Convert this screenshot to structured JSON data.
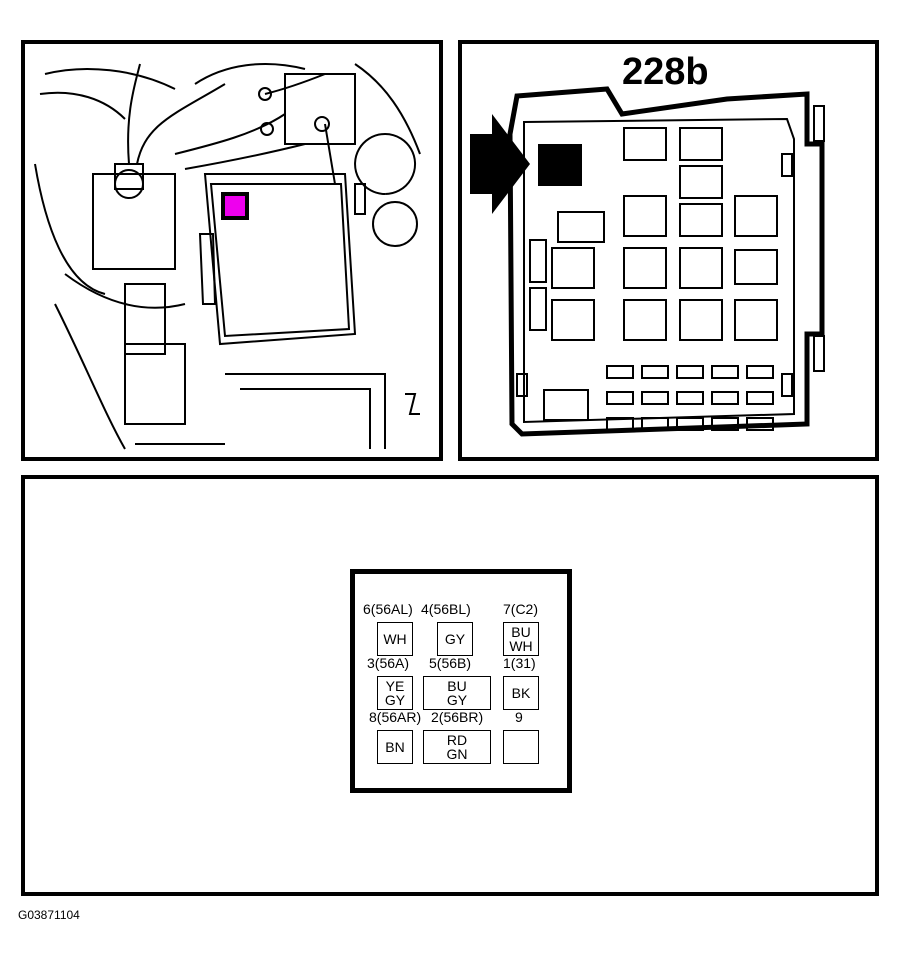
{
  "fuse_box": {
    "label": "228b"
  },
  "connector": {
    "pins": [
      {
        "label": "6(56AL)",
        "colors": [
          "WH"
        ]
      },
      {
        "label": "4(56BL)",
        "colors": [
          "GY"
        ]
      },
      {
        "label": "7(C2)",
        "colors": [
          "BU",
          "WH"
        ]
      },
      {
        "label": "3(56A)",
        "colors": [
          "YE",
          "GY"
        ]
      },
      {
        "label": "5(56B)",
        "colors": [
          "BU",
          "GY"
        ]
      },
      {
        "label": "1(31)",
        "colors": [
          "BK"
        ]
      },
      {
        "label": "8(56AR)",
        "colors": [
          "BN"
        ]
      },
      {
        "label": "2(56BR)",
        "colors": [
          "RD",
          "GN"
        ]
      },
      {
        "label": "9",
        "colors": []
      }
    ]
  },
  "colors": {
    "highlight": "#ee00ee",
    "line": "#000000"
  },
  "figure_code": "G03871104"
}
